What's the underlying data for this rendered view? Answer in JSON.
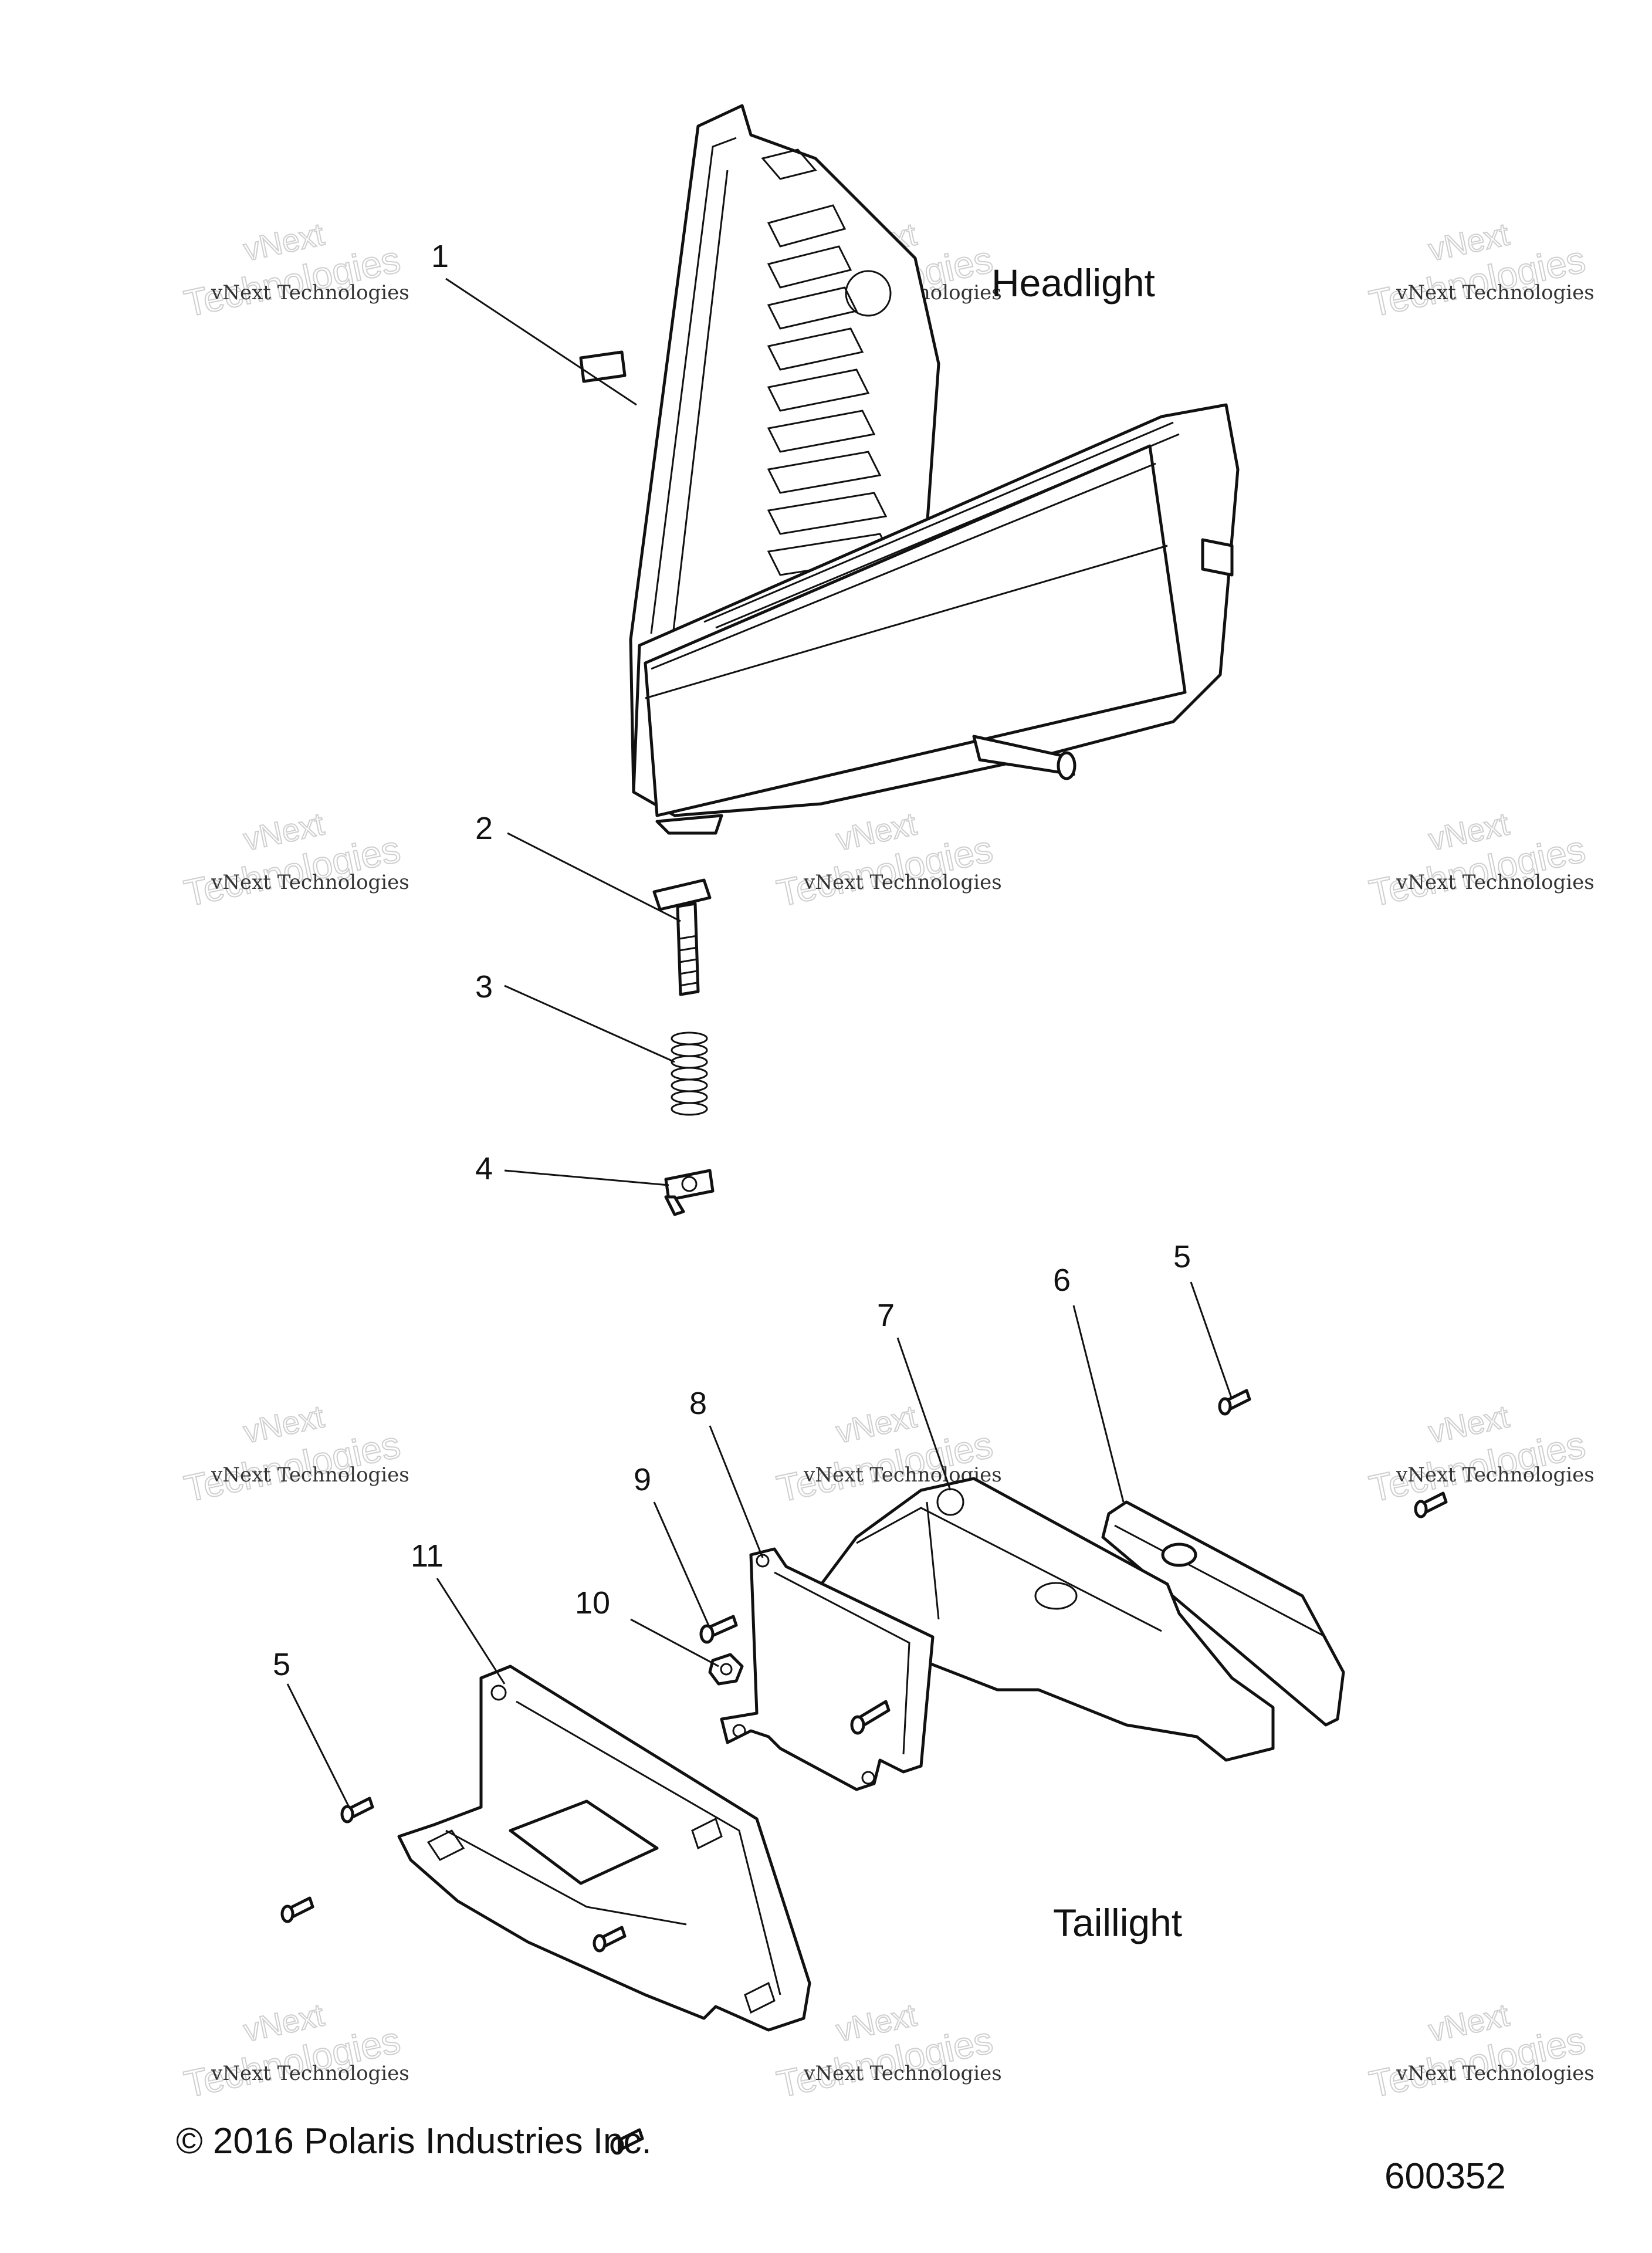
{
  "sections": {
    "headlight_label": "Headlight",
    "taillight_label": "Taillight"
  },
  "callouts": [
    "1",
    "2",
    "3",
    "4",
    "5",
    "6",
    "7",
    "8",
    "9",
    "10",
    "11",
    "5"
  ],
  "footer": {
    "copyright": "© 2016 Polaris Industries Inc.",
    "diagram_number": "600352"
  },
  "watermark": {
    "line1": "vNext Technologies",
    "line2": "Technologies",
    "line3": "vNext"
  }
}
